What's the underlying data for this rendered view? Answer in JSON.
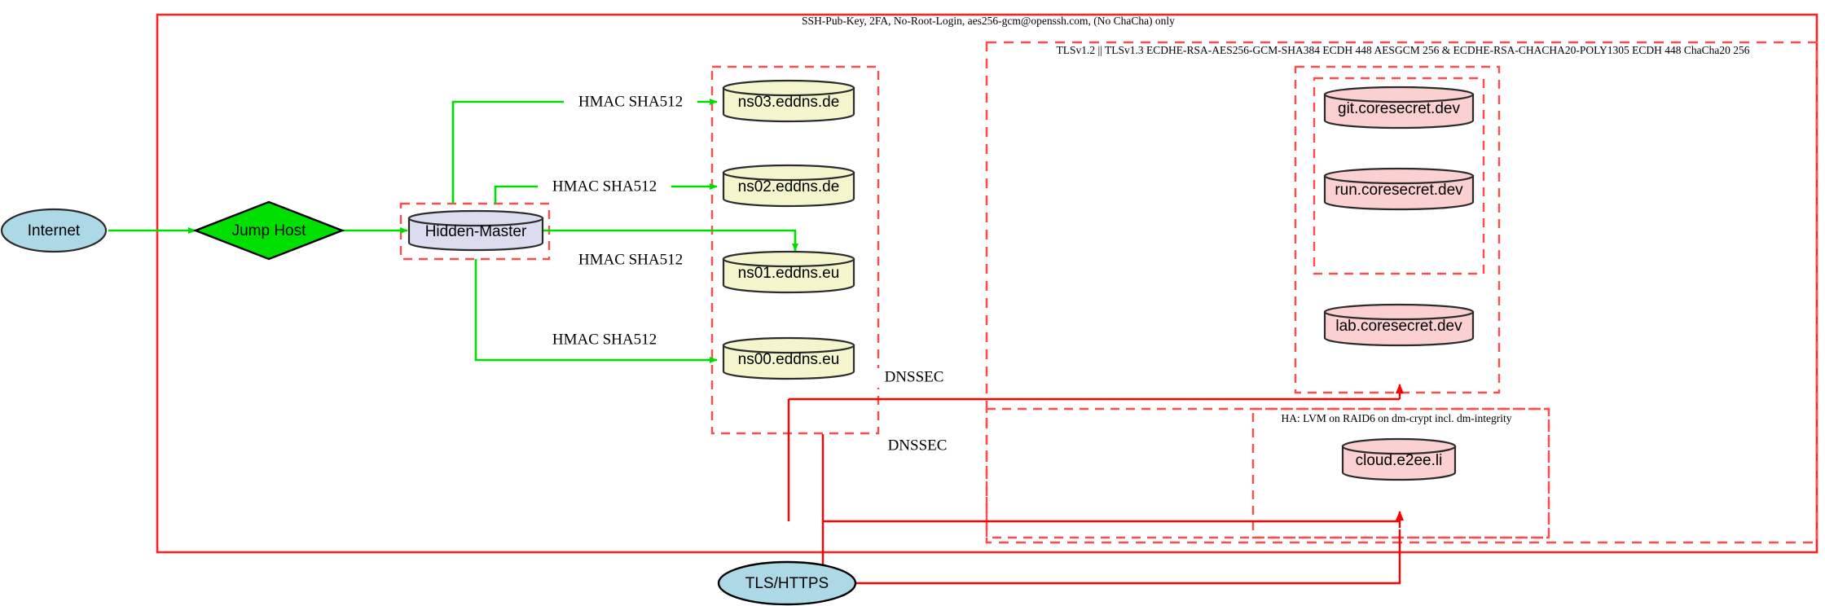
{
  "diagram": {
    "title": "Hidden-Master DNS and services infrastructure diagram",
    "colors": {
      "frame_red": "#ff2222",
      "dashed_red": "#fb4d4d",
      "edge_green": "#00dd00",
      "edge_red": "#ff0000",
      "ellipse_fill": "#add8e6",
      "diamond_fill": "#00e000",
      "cylinder_lavender": "#dcdcf0",
      "cylinder_yellow": "#f5f5cd",
      "cylinder_pink": "#fad0d0",
      "stroke_dark": "#2b2b2b"
    },
    "clusters": {
      "outer_ssh": {
        "label": "SSH-Pub-Key, 2FA, No-Root-Login, aes256-gcm@openssh.com, (No ChaCha) only",
        "style": "solid"
      },
      "tls_ciphers": {
        "label": "TLSv1.2 || TLSv1.3 ECDHE-RSA-AES256-GCM-SHA384 ECDH 448 AESGCM 256 & ECDHE-RSA-CHACHA20-POLY1305 ECDH 448 ChaCha20 256",
        "style": "dashed"
      },
      "ha_storage": {
        "label": "HA: LVM on RAID6 on dm-crypt incl. dm-integrity",
        "style": "dashed"
      },
      "hidden_master_box": {
        "label": "",
        "style": "dashed"
      },
      "nameserver_box": {
        "label": "",
        "style": "dashed"
      },
      "coresecret_box": {
        "label": "",
        "style": "dashed"
      },
      "inner_services_box": {
        "label": "",
        "style": "dashed"
      }
    },
    "nodes": [
      {
        "id": "internet",
        "label": "Internet",
        "shape": "ellipse",
        "fill": "#add8e6"
      },
      {
        "id": "jump-host",
        "label": "Jump Host",
        "shape": "diamond",
        "fill": "#00e000"
      },
      {
        "id": "hidden-master",
        "label": "Hidden-Master",
        "shape": "cylinder",
        "fill": "#dcdcf0"
      },
      {
        "id": "ns03",
        "label": "ns03.eddns.de",
        "shape": "cylinder",
        "fill": "#f5f5cd"
      },
      {
        "id": "ns02",
        "label": "ns02.eddns.de",
        "shape": "cylinder",
        "fill": "#f5f5cd"
      },
      {
        "id": "ns01",
        "label": "ns01.eddns.eu",
        "shape": "cylinder",
        "fill": "#f5f5cd"
      },
      {
        "id": "ns00",
        "label": "ns00.eddns.eu",
        "shape": "cylinder",
        "fill": "#f5f5cd"
      },
      {
        "id": "git",
        "label": "git.coresecret.dev",
        "shape": "cylinder",
        "fill": "#fad0d0"
      },
      {
        "id": "run",
        "label": "run.coresecret.dev",
        "shape": "cylinder",
        "fill": "#fad0d0"
      },
      {
        "id": "lab",
        "label": "lab.coresecret.dev",
        "shape": "cylinder",
        "fill": "#fad0d0"
      },
      {
        "id": "cloud",
        "label": "cloud.e2ee.li",
        "shape": "cylinder",
        "fill": "#fad0d0"
      },
      {
        "id": "tls-https",
        "label": "TLS/HTTPS",
        "shape": "ellipse",
        "fill": "#add8e6"
      }
    ],
    "edge_labels": {
      "hmac_ns03": "HMAC SHA512",
      "hmac_ns02": "HMAC SHA512",
      "hmac_ns01": "HMAC SHA512",
      "hmac_ns00": "HMAC SHA512",
      "dnssec_upper": "DNSSEC",
      "dnssec_lower": "DNSSEC"
    }
  }
}
